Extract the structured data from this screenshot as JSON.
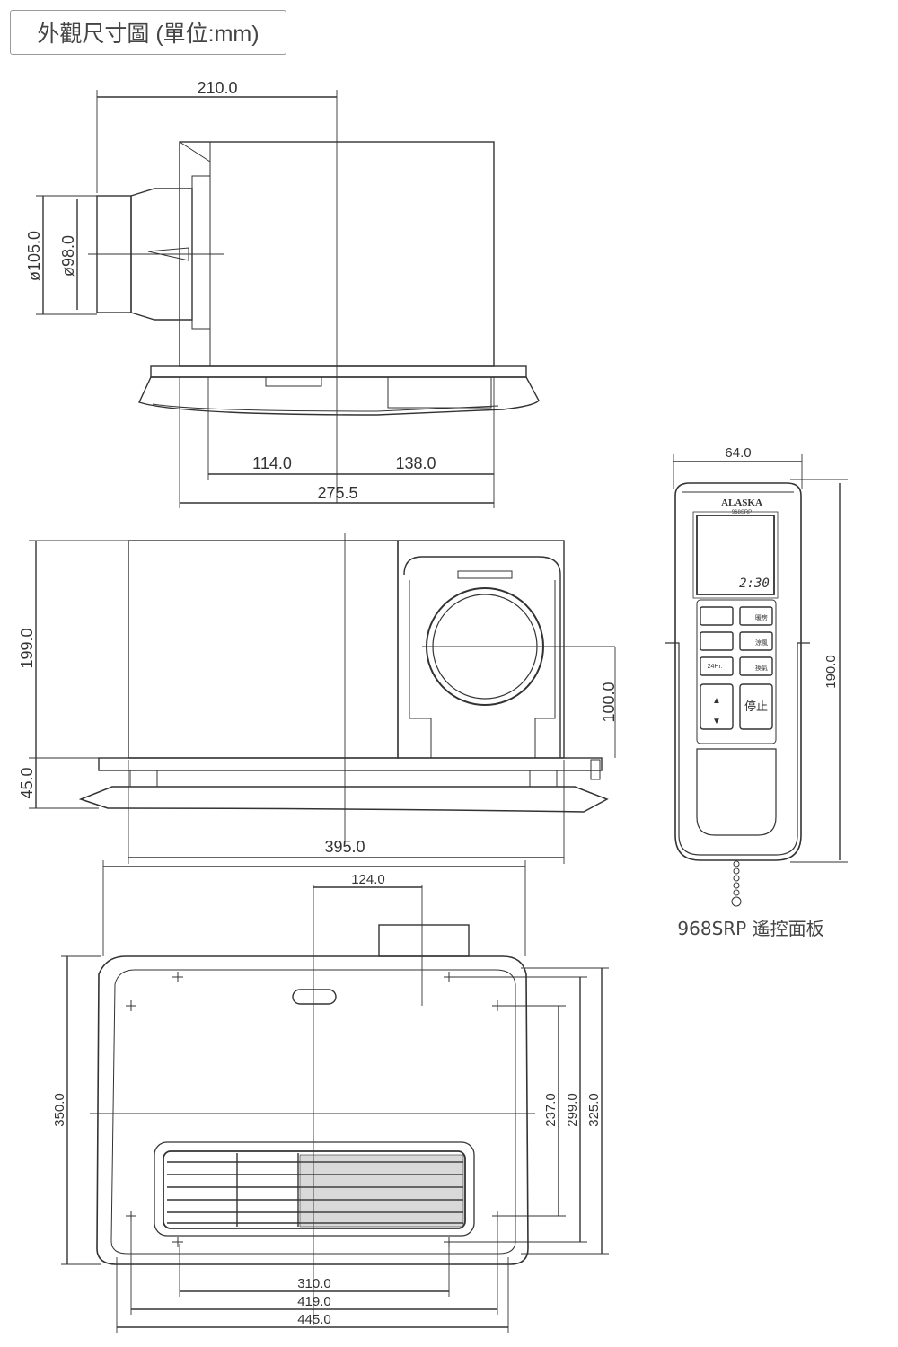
{
  "header": {
    "title": "外觀尺寸圖 (單位:mm)"
  },
  "dimensions": {
    "top_width": "210.0",
    "outer_dia": "ø105.0",
    "inner_dia": "ø98.0",
    "side_a": "114.0",
    "side_b": "138.0",
    "side_total": "275.5",
    "front_height": "199.0",
    "front_bezel": "45.0",
    "duct_height": "100.0",
    "front_width": "395.0",
    "bottom_duct_offset": "124.0",
    "bottom_depth": "350.0",
    "bottom_d1": "237.0",
    "bottom_d2": "299.0",
    "bottom_d3": "325.0",
    "bottom_w1": "310.0",
    "bottom_w2": "419.0",
    "bottom_w3": "445.0",
    "remote_width": "64.0",
    "remote_height": "190.0"
  },
  "remote": {
    "brand": "ALASKA",
    "model": "968SRP",
    "display_time": "2:30",
    "stop_label": "停止",
    "btn_warm": "暖房",
    "btn_cool": "涼風",
    "btn_vent": "換氣",
    "btn_24hr": "24Hr."
  },
  "caption": "968SRP 遙控面板"
}
